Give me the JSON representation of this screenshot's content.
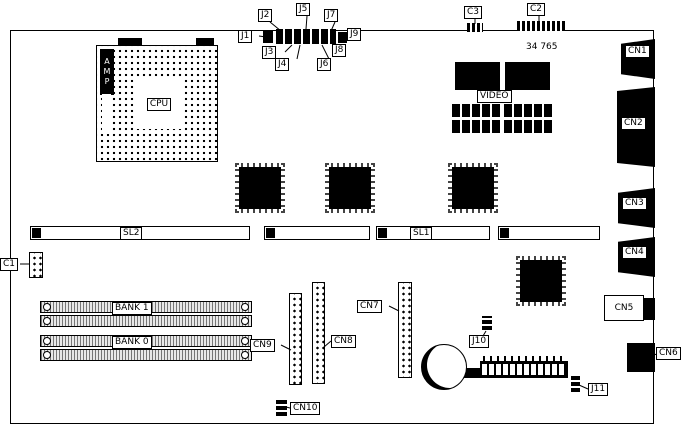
{
  "diagram": {
    "labels": {
      "cpu": "CPU",
      "amp": "AMP",
      "video": "VIDEO",
      "sl1": "SL1",
      "sl2": "SL2",
      "bank0": "BANK 0",
      "bank1": "BANK 1",
      "part_number": "34 765",
      "c1": "C1",
      "c2": "C2",
      "c3": "C3",
      "j1": "J1",
      "j2": "J2",
      "j3": "J3",
      "j4": "J4",
      "j5": "J5",
      "j6": "J6",
      "j7": "J7",
      "j8": "J8",
      "j9": "J9",
      "j10": "J10",
      "j11": "J11",
      "cn1": "CN1",
      "cn2": "CN2",
      "cn3": "CN3",
      "cn4": "CN4",
      "cn5": "CN5",
      "cn6": "CN6",
      "cn7": "CN7",
      "cn8": "CN8",
      "cn9": "CN9",
      "cn10": "CN10"
    }
  }
}
